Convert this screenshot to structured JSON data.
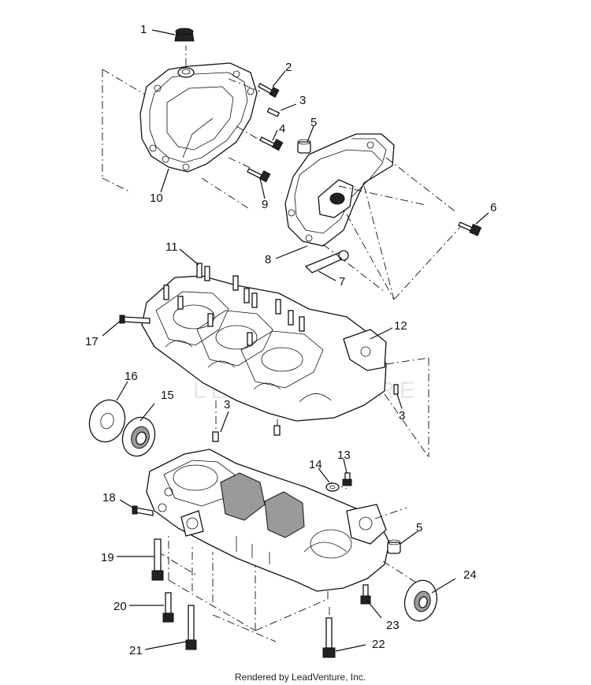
{
  "footer": "Rendered by LeadVenture, Inc.",
  "watermark": "LEADVENTURE",
  "callouts": [
    {
      "id": "c1",
      "text": "1"
    },
    {
      "id": "c2",
      "text": "2"
    },
    {
      "id": "c3a",
      "text": "3"
    },
    {
      "id": "c4",
      "text": "4"
    },
    {
      "id": "c5a",
      "text": "5"
    },
    {
      "id": "c6",
      "text": "6"
    },
    {
      "id": "c7",
      "text": "7"
    },
    {
      "id": "c8",
      "text": "8"
    },
    {
      "id": "c9",
      "text": "9"
    },
    {
      "id": "c10",
      "text": "10"
    },
    {
      "id": "c11",
      "text": "11"
    },
    {
      "id": "c12",
      "text": "12"
    },
    {
      "id": "c3b",
      "text": "3"
    },
    {
      "id": "c3c",
      "text": "3"
    },
    {
      "id": "c13",
      "text": "13"
    },
    {
      "id": "c14",
      "text": "14"
    },
    {
      "id": "c15",
      "text": "15"
    },
    {
      "id": "c16",
      "text": "16"
    },
    {
      "id": "c17",
      "text": "17"
    },
    {
      "id": "c18",
      "text": "18"
    },
    {
      "id": "c19",
      "text": "19"
    },
    {
      "id": "c20",
      "text": "20"
    },
    {
      "id": "c21",
      "text": "21"
    },
    {
      "id": "c22",
      "text": "22"
    },
    {
      "id": "c23",
      "text": "23"
    },
    {
      "id": "c24",
      "text": "24"
    },
    {
      "id": "c5b",
      "text": "5"
    }
  ]
}
